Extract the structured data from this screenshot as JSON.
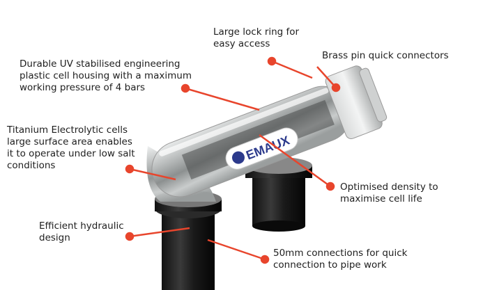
{
  "logo_text": "EMAUX",
  "accent_color": "#e8452c",
  "callouts": [
    {
      "text": "Large lock ring for\neasy access"
    },
    {
      "text": "Brass pin quick connectors"
    },
    {
      "text": "Durable UV stabilised engineering\nplastic cell housing with a maximum\nworking pressure of 4 bars"
    },
    {
      "text": "Titanium Electrolytic cells\nlarge surface area enables\nit to operate under low salt\nconditions"
    },
    {
      "text": "Optimised density to\nmaximise cell life"
    },
    {
      "text": "Efficient hydraulic\ndesign"
    },
    {
      "text": "50mm connections for quick\nconnection to pipe work"
    }
  ]
}
